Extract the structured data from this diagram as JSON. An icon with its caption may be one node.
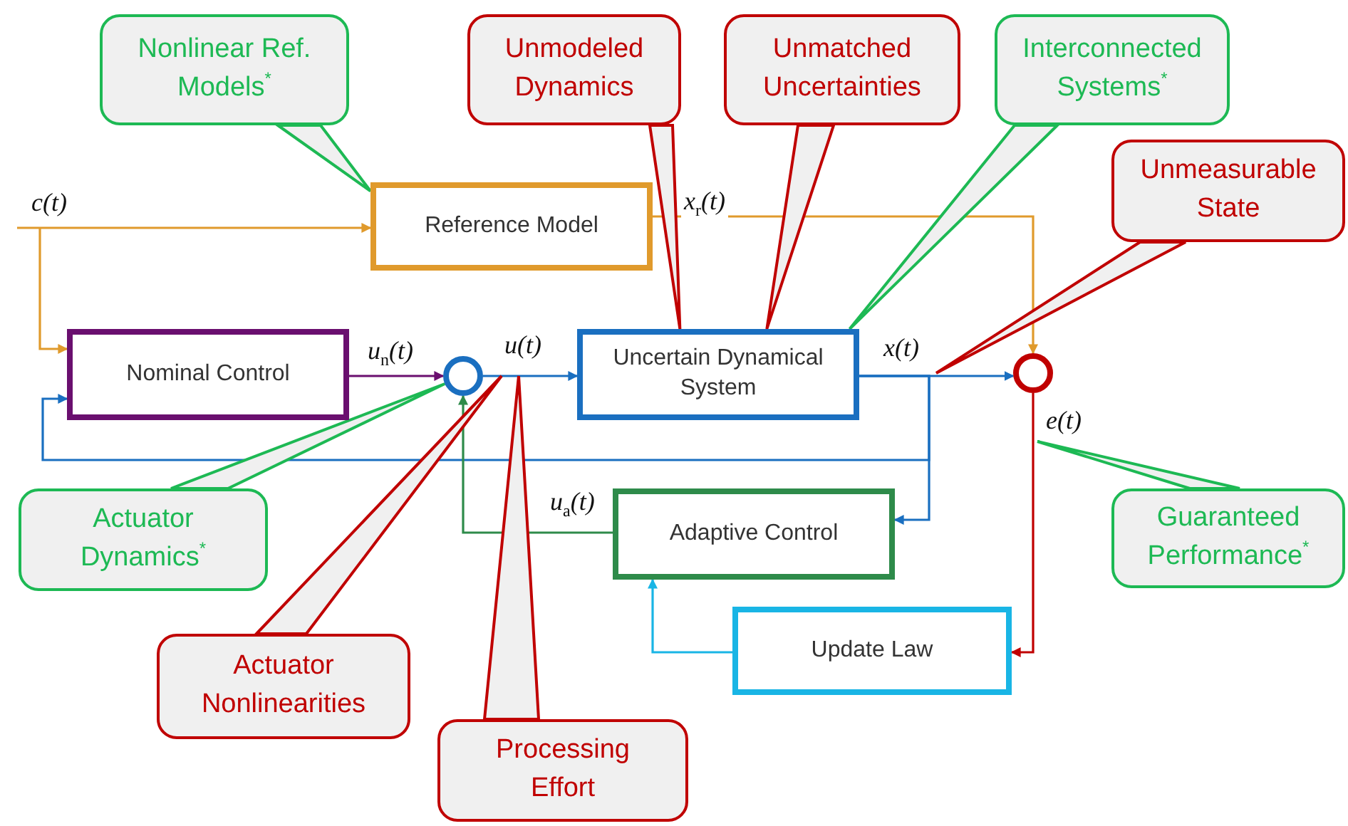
{
  "diagram": {
    "nodes": [
      {
        "text": [
          "Reference Model"
        ]
      },
      {
        "text": [
          "Nominal Control"
        ]
      },
      {
        "text": [],
        "shape": "circle"
      },
      {
        "text": [
          "Uncertain Dynamical System"
        ]
      },
      {
        "text": [],
        "shape": "circle"
      },
      {
        "text": [
          "Adaptive Control"
        ]
      },
      {
        "text": [
          "Update Law"
        ]
      },
      {
        "text": [
          "Nonlinear Ref. Models$^{*}$"
        ]
      },
      {
        "text": [
          "Unmodeled Dynamics"
        ]
      },
      {
        "text": [
          "Unmatched Uncertainties"
        ]
      },
      {
        "text": [
          "Interconnected Systems$^{*}$"
        ]
      },
      {
        "text": [
          "Unmeasurable State"
        ]
      },
      {
        "text": [
          "Actuator Dynamics$^{*}$"
        ]
      },
      {
        "text": [
          "Actuator Nonlinearities"
        ]
      },
      {
        "text": [
          "Processing Effort"
        ]
      },
      {
        "text": [
          "Guaranteed Performance$^{*}$"
        ]
      }
    ],
    "edges": [
      {
        "from": null,
        "to": 0,
        "arrow": "to",
        "label": "c(t)",
        "color": "#e09a2c"
      },
      {
        "from": null,
        "to": 1,
        "arrow": "to",
        "color": "#e09a2c"
      },
      {
        "from": 0,
        "to": 4,
        "arrow": "to",
        "label": "x$_{r}$(t)",
        "color": "#e09a2c"
      },
      {
        "from": 1,
        "to": 2,
        "arrow": "to",
        "label": "u$_{n}$(t)",
        "color": "#6a0f6f"
      },
      {
        "from": 2,
        "to": 3,
        "arrow": "to",
        "label": "u(t)",
        "color": "#1a6fc0"
      },
      {
        "from": 3,
        "to": 4,
        "arrow": "to",
        "label": "x(t)",
        "color": "#1a6fc0"
      },
      {
        "from": 3,
        "to": 1,
        "arrow": "to",
        "color": "#1a6fc0"
      },
      {
        "from": 3,
        "to": 5,
        "arrow": "to",
        "color": "#1a6fc0"
      },
      {
        "from": 5,
        "to": 2,
        "arrow": "to",
        "label": "u$_{a}$(t)",
        "color": "#2e8b4a"
      },
      {
        "from": 4,
        "to": 6,
        "arrow": "to",
        "label": "e(t)",
        "color": "#c00000"
      },
      {
        "from": 6,
        "to": 5,
        "arrow": "to",
        "color": "#19b5e5"
      },
      {
        "from": 7,
        "to": 0,
        "arrow": "none",
        "color": "#1db954"
      },
      {
        "from": 8,
        "to": 3,
        "arrow": "none",
        "color": "#c00000"
      },
      {
        "from": 9,
        "to": 3,
        "arrow": "none",
        "color": "#c00000"
      },
      {
        "from": 10,
        "to": 3,
        "arrow": "none",
        "color": "#1db954"
      },
      {
        "from": 11,
        "to": null,
        "arrow": "none",
        "color": "#c00000"
      },
      {
        "from": 12,
        "to": 2,
        "arrow": "none",
        "color": "#1db954"
      },
      {
        "from": 13,
        "to": null,
        "arrow": "none",
        "color": "#c00000"
      },
      {
        "from": 14,
        "to": null,
        "arrow": "none",
        "color": "#c00000"
      },
      {
        "from": 15,
        "to": null,
        "arrow": "none",
        "color": "#1db954"
      }
    ]
  }
}
